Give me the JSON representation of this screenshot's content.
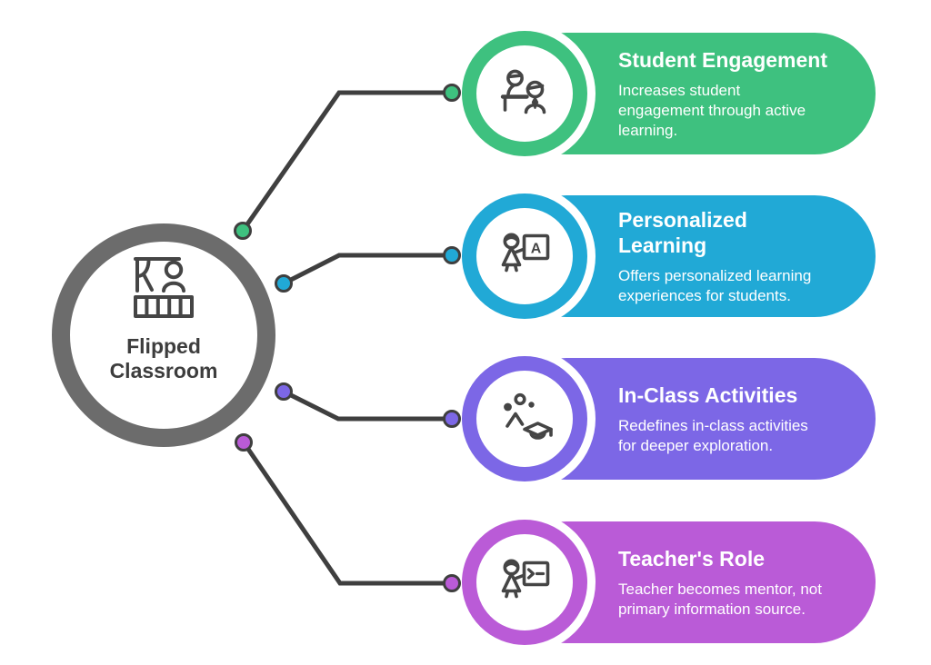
{
  "center": {
    "label": "Flipped Classroom",
    "label_lines": [
      "Flipped",
      "Classroom"
    ],
    "ring_color": "#6c6c6c",
    "icon": "flipped-classroom-icon"
  },
  "connector_color": "#3f3f3f",
  "cards": [
    {
      "title": "Student Engagement",
      "title_lines": [
        "Student Engagement"
      ],
      "description": "Increases student engagement through active learning.",
      "description_lines": [
        "Increases student",
        "engagement through active",
        "learning."
      ],
      "color": "#3ec17f",
      "icon": "students-icon"
    },
    {
      "title": "Personalized Learning",
      "title_lines": [
        "Personalized",
        "Learning"
      ],
      "description": "Offers personalized learning experiences for students.",
      "description_lines": [
        "Offers personalized learning",
        "experiences for students."
      ],
      "color": "#21a9d6",
      "icon": "teacher-board-icon"
    },
    {
      "title": "In-Class Activities",
      "title_lines": [
        "In-Class Activities"
      ],
      "description": "Redefines in-class activities for deeper exploration.",
      "description_lines": [
        "Redefines in-class activities",
        "for deeper exploration."
      ],
      "color": "#7c67e6",
      "icon": "activities-icon"
    },
    {
      "title": "Teacher's Role",
      "title_lines": [
        "Teacher's Role"
      ],
      "description": "Teacher becomes mentor, not primary information source.",
      "description_lines": [
        "Teacher becomes mentor, not",
        "primary information source."
      ],
      "color": "#ba5bd7",
      "icon": "teacher-screen-icon"
    }
  ]
}
